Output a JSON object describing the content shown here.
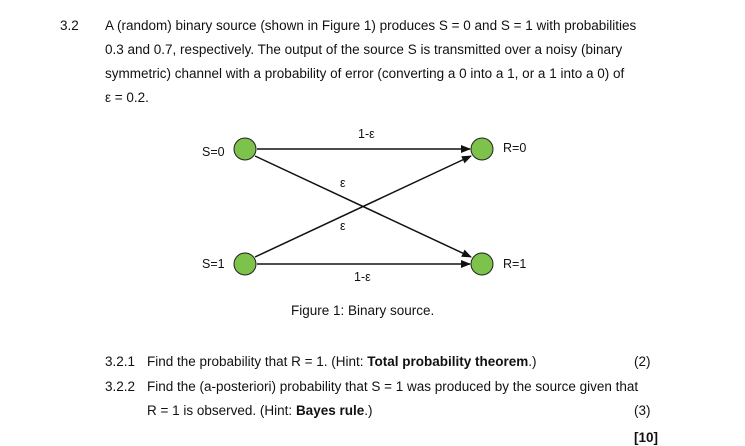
{
  "question": {
    "number": "3.2",
    "lines": [
      "A (random) binary source (shown in Figure 1) produces S = 0 and S = 1 with probabilities",
      "0.3 and 0.7, respectively. The output of the source S is transmitted over a noisy (binary",
      "symmetric) channel with a probability of error (converting a 0 into a 1, or a 1 into a 0) of",
      "ε  = 0.2."
    ]
  },
  "figure": {
    "caption": "Figure 1: Binary source.",
    "node_color": "#7dc24b",
    "nodes": {
      "s0": "S=0",
      "s1": "S=1",
      "r0": "R=0",
      "r1": "R=1"
    },
    "edges": {
      "top": "1-ε",
      "bottom": "1-ε",
      "cross_down": "ε",
      "cross_up": "ε"
    }
  },
  "subquestions": [
    {
      "number": "3.2.1",
      "text_pre": "Find the probability that R = 1. (Hint: ",
      "bold": "Total probability theorem",
      "text_post": ".)",
      "marks": "(2)"
    },
    {
      "number": "3.2.2",
      "line1": "Find the (a-posteriori) probability that S = 1 was produced by the source given that",
      "text_pre": "R = 1 is observed. (Hint: ",
      "bold": "Bayes rule",
      "text_post": ".)",
      "marks": "(3)"
    }
  ],
  "total_marks": "[10]"
}
